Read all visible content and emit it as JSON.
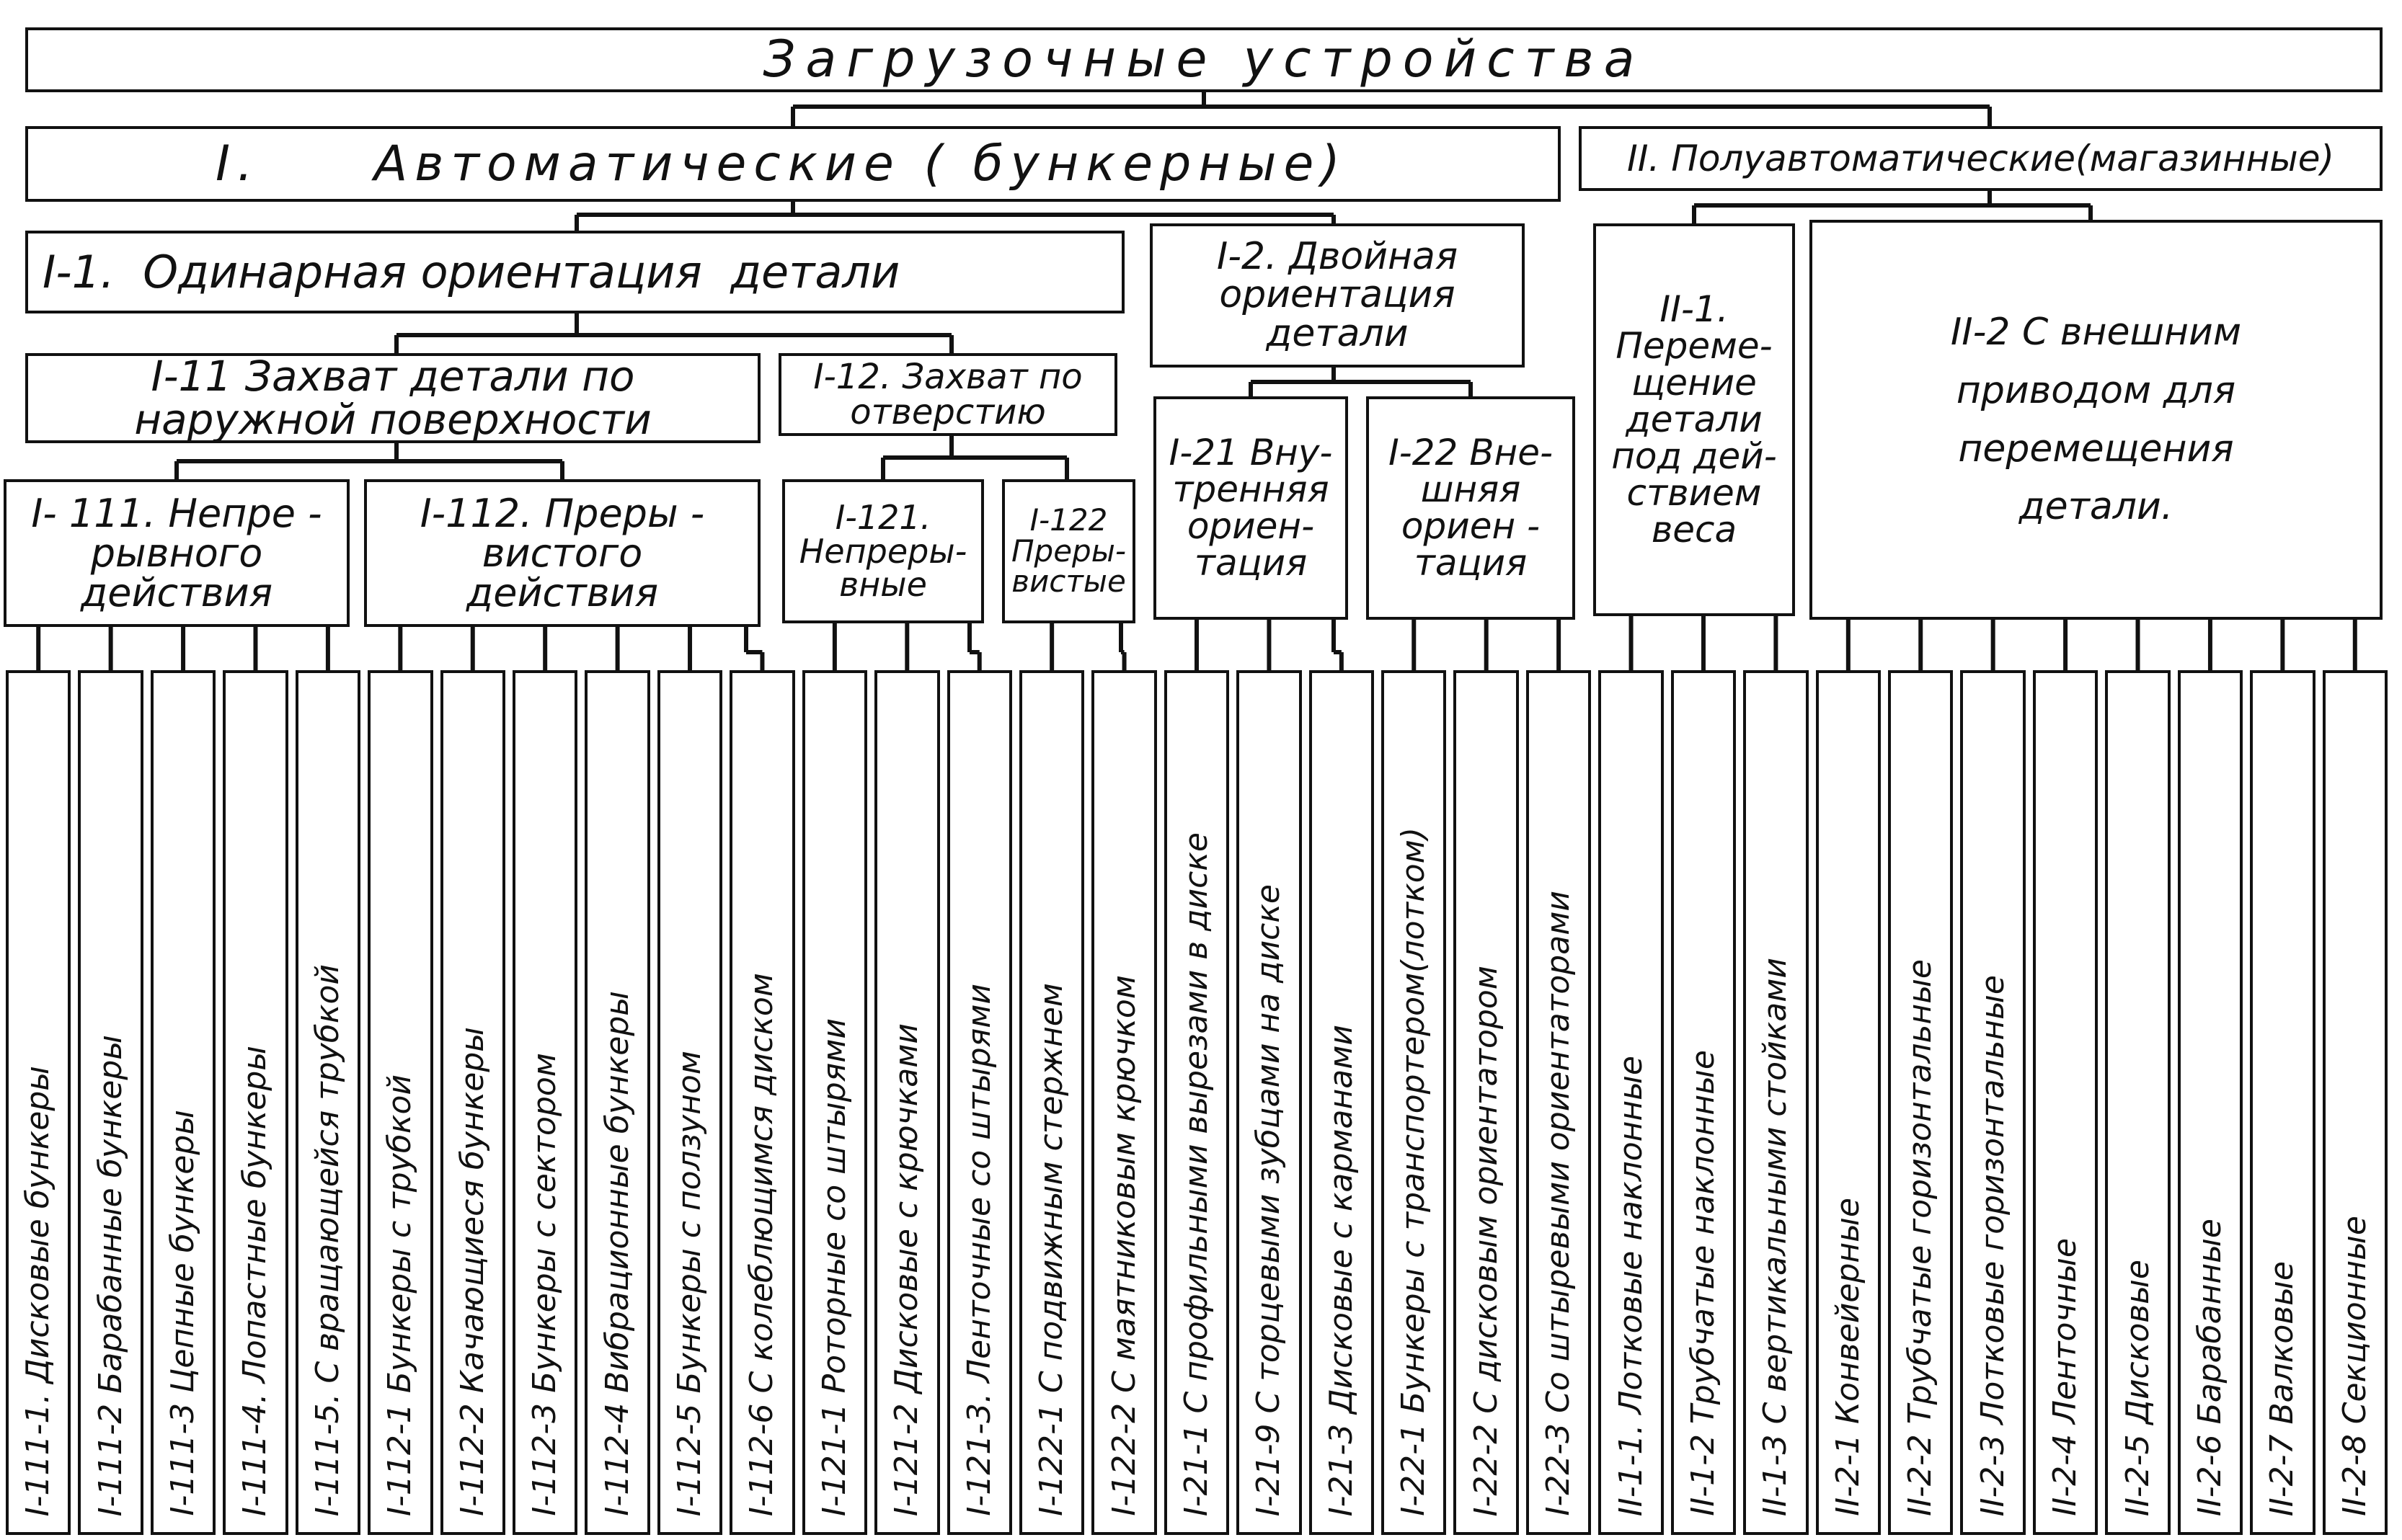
{
  "title": "Загрузочные устройства",
  "level1": [
    {
      "label": "I.     Автоматические ( бункерные)"
    },
    {
      "label": "II. Полуавтоматические(магазинные)"
    }
  ],
  "level2": [
    {
      "label": "I-1.  Одинарная ориентация  детали"
    },
    {
      "label": "I-2. Двойная\nориентация\nдетали"
    },
    {
      "label": "II-1.\nПереме-\nщение\nдетали\nпод дей-\nствием\nвеса"
    },
    {
      "label": "II-2      С внешним\nприводом  для\nперемещения\nдетали."
    }
  ],
  "level3": [
    {
      "label": "I-11 Захват детали  по\nнаружной поверхности"
    },
    {
      "label": "I-12. Захват по\nотверстию"
    },
    {
      "label": "I-21 Вну-\nтренняя\nориен-\nтация"
    },
    {
      "label": "I-22 Вне-\nшняя\nориен -\nтация"
    }
  ],
  "level4": [
    {
      "label": "I- 111. Непре -\nрывного\nдействия"
    },
    {
      "label": "I-112.  Преры -\nвистого\nдействия"
    },
    {
      "label": "I-121.\nНепреры-\nвные"
    },
    {
      "label": "I-122\nПреры-\nвистые"
    }
  ],
  "leaves": [
    "I-111-1.   Дисковые   бункеры",
    "I-111-2   Барабанные бункеры",
    "I-111-3   Цепные бункеры",
    "I-111-4.  Лопастные бункеры",
    "I-111-5.  С вращающейся трубкой",
    "I-112-1   Бункеры с трубкой",
    "I-112-2   Качающиеся бункеры",
    "I-112-3   Бункеры  с  сектором",
    "I-112-4   Вибрационные бункеры",
    "I-112-5   Бункеры с ползуном",
    "I-112-6   С колеблющимся диском",
    "I-121-1   Роторные со штырями",
    "I-121-2   Дисковые  с  крючками",
    "I-121-3.  Ленточные со штырями",
    "I-122-1   С подвижным стержнем",
    "I-122-2   С маятниковым крючком",
    "I-21-1  С профильными вырезами в диске",
    "I-21-9  С торцевыми зубцами на диске",
    "I-21-3   Дисковые  с  карманами",
    "I-22-1  Бункеры с транспортером(лотком)",
    "I-22-2   С дисковым ориентатором",
    "I-22-3   Со штыревыми ориентаторами",
    "II-1-1.   Лотковые  наклонные",
    "II-1-2   Трубчатые   наклонные",
    "II-1-3   С вертикальными стойками",
    "II-2-1   Конвейерные",
    "II-2-2   Трубчатые  горизонтальные",
    "II-2-3   Лотковые  горизонтальные",
    "II-2-4   Ленточные",
    "II-2-5   Дисковые",
    "II-2-6   Барабанные",
    "II-2-7   Валковые",
    "II-2-8   Секционные"
  ]
}
